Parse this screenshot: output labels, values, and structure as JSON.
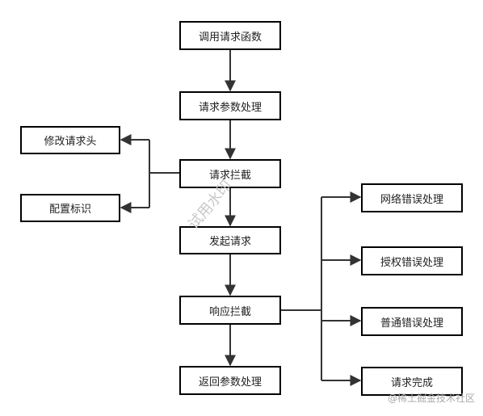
{
  "nodes": {
    "call_function": "调用请求函数",
    "param_processing": "请求参数处理",
    "request_interceptor": "请求拦截",
    "send_request": "发起请求",
    "response_interceptor": "响应拦截",
    "return_param_processing": "返回参数处理",
    "modify_header": "修改请求头",
    "config_flag": "配置标识",
    "network_error": "网络错误处理",
    "auth_error": "授权错误处理",
    "general_error": "普通错误处理",
    "request_complete": "请求完成"
  },
  "edges": [
    {
      "from": "call_function",
      "to": "param_processing"
    },
    {
      "from": "param_processing",
      "to": "request_interceptor"
    },
    {
      "from": "request_interceptor",
      "to": "modify_header"
    },
    {
      "from": "request_interceptor",
      "to": "config_flag"
    },
    {
      "from": "request_interceptor",
      "to": "send_request"
    },
    {
      "from": "send_request",
      "to": "response_interceptor"
    },
    {
      "from": "response_interceptor",
      "to": "return_param_processing"
    },
    {
      "from": "response_interceptor",
      "to": "network_error"
    },
    {
      "from": "response_interceptor",
      "to": "auth_error"
    },
    {
      "from": "response_interceptor",
      "to": "general_error"
    },
    {
      "from": "response_interceptor",
      "to": "request_complete"
    }
  ],
  "watermark": "试用水印",
  "footer": "@稀土掘金技术社区",
  "colors": {
    "line": "#333333",
    "border": "#000000",
    "text": "#222222"
  }
}
